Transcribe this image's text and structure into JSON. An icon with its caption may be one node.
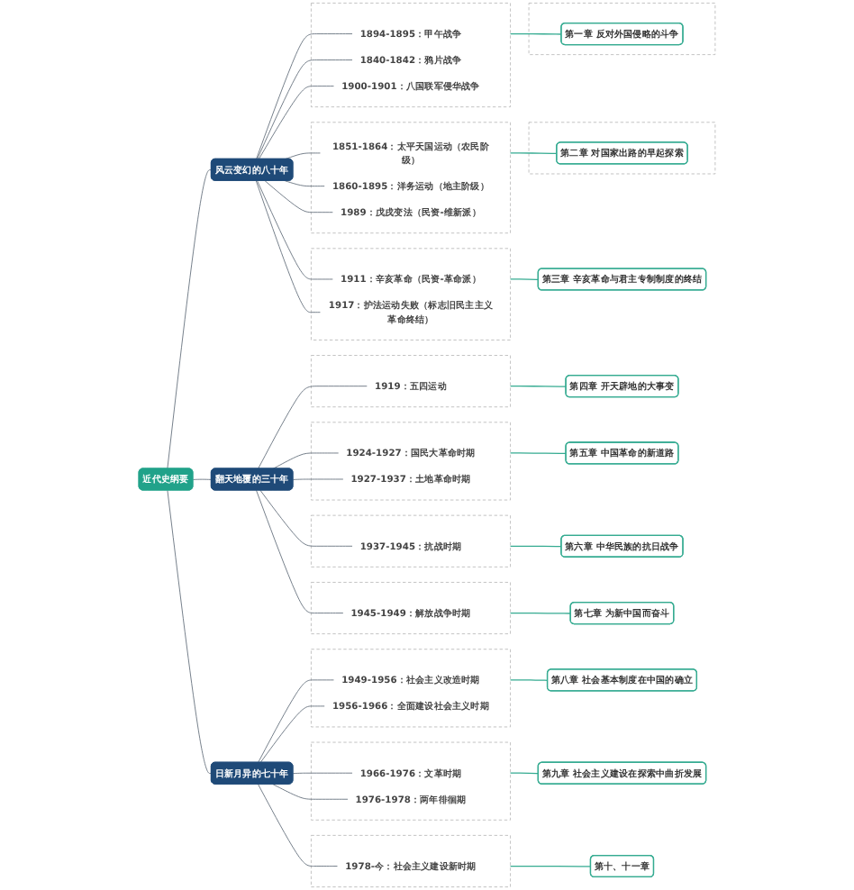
{
  "diagram": {
    "nodes": [
      {
        "text": [
          "近代史纲要"
        ]
      },
      {
        "text": [
          "风云变幻的八十年"
        ]
      },
      {
        "text": [],
        "shape": "box"
      },
      {
        "text": [
          "1894-1895：甲午战争"
        ],
        "in": 2
      },
      {
        "text": [
          "1840-1842：鸦片战争"
        ],
        "in": 2
      },
      {
        "text": [
          "1900-1901：八国联军侵华战争"
        ],
        "in": 2
      },
      {
        "text": [],
        "shape": "box"
      },
      {
        "text": [
          "第一章 反对外国侵略的斗争"
        ],
        "in": 6
      },
      {
        "text": [],
        "shape": "box"
      },
      {
        "text": [
          "1851-1864：太平天国运动（农民阶级）"
        ],
        "in": 8
      },
      {
        "text": [
          "1860-1895：洋务运动（地主阶级）"
        ],
        "in": 8
      },
      {
        "text": [
          "1989：戊戌变法（民资-维新派）"
        ],
        "in": 8
      },
      {
        "text": [],
        "shape": "box"
      },
      {
        "text": [
          "第二章 对国家出路的早起探索"
        ],
        "in": 12
      },
      {
        "text": [],
        "shape": "box"
      },
      {
        "text": [
          "1911：辛亥革命（民资-革命派）"
        ],
        "in": 14
      },
      {
        "text": [
          "1917：护法运动失败（标志旧民主主义革命终结）"
        ],
        "in": 14
      },
      {
        "text": [
          "第三章 辛亥革命与君主专制制度的终结"
        ]
      },
      {
        "text": [
          "翻天地覆的三十年"
        ]
      },
      {
        "text": [],
        "shape": "box"
      },
      {
        "text": [
          "1919：五四运动"
        ],
        "in": 19
      },
      {
        "text": [
          "第四章 开天辟地的大事变"
        ]
      },
      {
        "text": [],
        "shape": "box"
      },
      {
        "text": [
          "1924-1927：国民大革命时期"
        ],
        "in": 22
      },
      {
        "text": [
          "1927-1937：土地革命时期"
        ],
        "in": 22
      },
      {
        "text": [
          "第五章 中国革命的新道路"
        ]
      },
      {
        "text": [],
        "shape": "box"
      },
      {
        "text": [
          "1937-1945：抗战时期"
        ],
        "in": 26
      },
      {
        "text": [
          "第六章 中华民族的抗日战争"
        ]
      },
      {
        "text": [],
        "shape": "box"
      },
      {
        "text": [
          "1945-1949：解放战争时期"
        ],
        "in": 29
      },
      {
        "text": [
          "第七章 为新中国而奋斗"
        ]
      },
      {
        "text": [
          "日新月异的七十年"
        ]
      },
      {
        "text": [],
        "shape": "box"
      },
      {
        "text": [
          "1949-1956：社会主义改造时期"
        ],
        "in": 33
      },
      {
        "text": [
          "1956-1966：全面建设社会主义时期"
        ],
        "in": 33
      },
      {
        "text": [
          "第八章 社会基本制度在中国的确立"
        ]
      },
      {
        "text": [],
        "shape": "box"
      },
      {
        "text": [
          "1966-1976：文革时期"
        ],
        "in": 37
      },
      {
        "text": [
          "1976-1978：两年徘徊期"
        ],
        "in": 37
      },
      {
        "text": [
          "第九章 社会主义建设在探索中曲折发展"
        ]
      },
      {
        "text": [],
        "shape": "box"
      },
      {
        "text": [
          "1978-今：社会主义建设新时期"
        ],
        "in": 41
      },
      {
        "text": [
          "第十、十一章"
        ]
      }
    ],
    "edges": [
      {
        "from": 0,
        "to": 1,
        "arrow": "none"
      },
      {
        "from": 0,
        "to": 18,
        "arrow": "none"
      },
      {
        "from": 0,
        "to": 32,
        "arrow": "none"
      },
      {
        "from": 1,
        "to": 3,
        "arrow": "none"
      },
      {
        "from": 1,
        "to": 4,
        "arrow": "none"
      },
      {
        "from": 1,
        "to": 5,
        "arrow": "none"
      },
      {
        "from": 1,
        "to": 9,
        "arrow": "none"
      },
      {
        "from": 1,
        "to": 10,
        "arrow": "none"
      },
      {
        "from": 1,
        "to": 11,
        "arrow": "none"
      },
      {
        "from": 1,
        "to": 15,
        "arrow": "none"
      },
      {
        "from": 1,
        "to": 16,
        "arrow": "none"
      },
      {
        "from": 2,
        "to": 7,
        "arrow": "none",
        "color": "#35ab91"
      },
      {
        "from": 8,
        "to": 13,
        "arrow": "none",
        "color": "#35ab91"
      },
      {
        "from": 14,
        "to": 17,
        "arrow": "none",
        "color": "#35ab91"
      },
      {
        "from": 18,
        "to": 20,
        "arrow": "none"
      },
      {
        "from": 18,
        "to": 23,
        "arrow": "none"
      },
      {
        "from": 18,
        "to": 24,
        "arrow": "none"
      },
      {
        "from": 18,
        "to": 27,
        "arrow": "none"
      },
      {
        "from": 18,
        "to": 30,
        "arrow": "none"
      },
      {
        "from": 19,
        "to": 21,
        "arrow": "none",
        "color": "#35ab91"
      },
      {
        "from": 22,
        "to": 25,
        "arrow": "none",
        "color": "#35ab91"
      },
      {
        "from": 26,
        "to": 28,
        "arrow": "none",
        "color": "#35ab91"
      },
      {
        "from": 29,
        "to": 31,
        "arrow": "none",
        "color": "#35ab91"
      },
      {
        "from": 32,
        "to": 34,
        "arrow": "none"
      },
      {
        "from": 32,
        "to": 35,
        "arrow": "none"
      },
      {
        "from": 32,
        "to": 38,
        "arrow": "none"
      },
      {
        "from": 32,
        "to": 39,
        "arrow": "none"
      },
      {
        "from": 32,
        "to": 42,
        "arrow": "none"
      },
      {
        "from": 33,
        "to": 36,
        "arrow": "none",
        "color": "#35ab91"
      },
      {
        "from": 37,
        "to": 40,
        "arrow": "none",
        "color": "#35ab91"
      },
      {
        "from": 41,
        "to": 43,
        "arrow": "none",
        "color": "#35ab91"
      }
    ]
  }
}
